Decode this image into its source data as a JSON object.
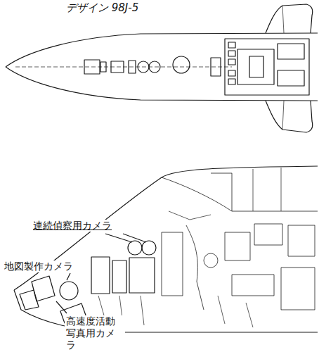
{
  "diagram": {
    "title": "デザイン 98J-5",
    "labels": [
      "連続偵察用カメラ",
      "地図製作カメラ",
      "高速度活動 写真用カメラ"
    ]
  }
}
